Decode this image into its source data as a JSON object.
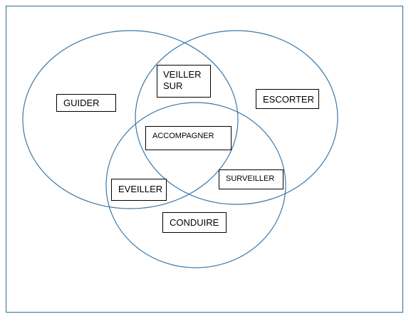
{
  "colors": {
    "circle_stroke": "#3b78a8",
    "frame_stroke": "#2f6f8f",
    "box_border": "#000000",
    "text": "#000000",
    "background": "#ffffff"
  },
  "diagram": {
    "type": "venn",
    "sets": 3,
    "labels": {
      "guider": "GUIDER",
      "escorter": "ESCORTER",
      "conduire": "CONDUIRE",
      "veiller_sur_line1": "VEILLER",
      "veiller_sur_line2": "SUR",
      "accompagner": "ACCOMPAGNER",
      "eveiller": "EVEILLER",
      "surveiller": "SURVEILLER"
    }
  }
}
